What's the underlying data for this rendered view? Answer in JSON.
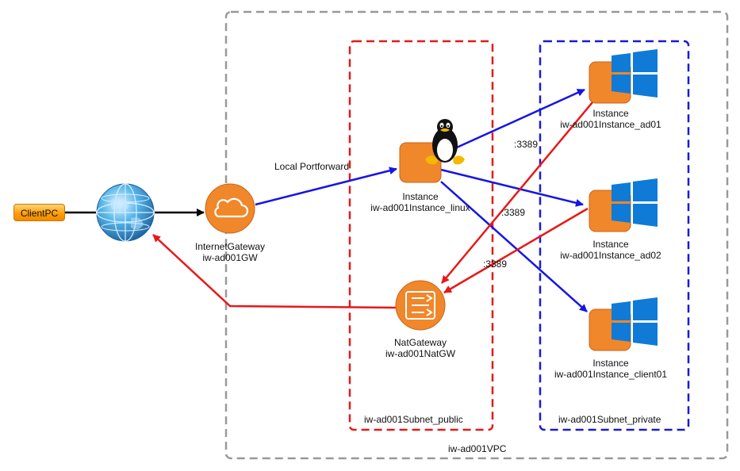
{
  "client": {
    "label": "ClientPC"
  },
  "vpc": {
    "label": "iw-ad001VPC"
  },
  "subnets": {
    "public": {
      "label": "iw-ad001Subnet_public"
    },
    "private": {
      "label": "iw-ad001Subnet_private"
    }
  },
  "internet_gateway": {
    "type": "InternetGateway",
    "name": "iw-ad001GW"
  },
  "nat_gateway": {
    "type": "NatGateway",
    "name": "iw-ad001NatGW"
  },
  "linux_instance": {
    "type": "Instance",
    "name": "iw-ad001Instance_linux"
  },
  "win_instances": [
    {
      "type": "Instance",
      "name": "iw-ad001Instance_ad01"
    },
    {
      "type": "Instance",
      "name": "iw-ad001Instance_ad02"
    },
    {
      "type": "Instance",
      "name": "iw-ad001Instance_client01"
    }
  ],
  "edge_labels": {
    "portforward": "Local Portforward",
    "port_1": ":3389",
    "port_2": ":3389",
    "port_3": ":3389"
  },
  "colors": {
    "blue": "#1515e6",
    "red": "#e81818",
    "black": "#000000",
    "orange": "#f0872a",
    "public_border": "#e21a1a",
    "private_border": "#1a1ad4",
    "vpc_border": "#999999"
  }
}
